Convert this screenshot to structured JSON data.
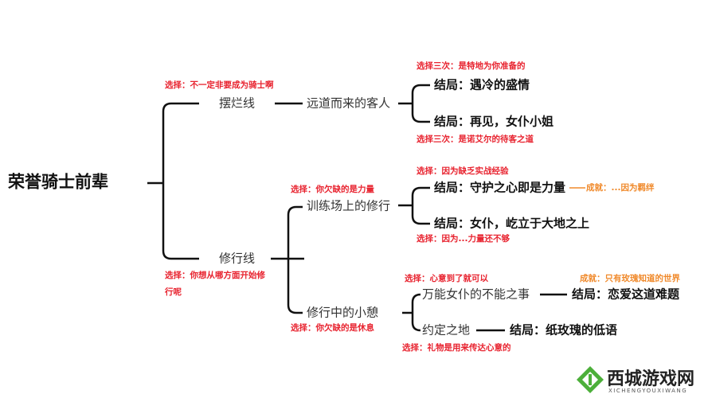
{
  "root": "荣誉骑士前辈",
  "branches": {
    "bailan": {
      "label": "摆烂线",
      "choice": "选择：不一定非要成为骑士啊",
      "child": "远道而来的客人",
      "endings": [
        {
          "choice": "选择三次：是特地为你准备的",
          "label": "结局：遇冷的盛情"
        },
        {
          "choice": "选择三次：是诺艾尔的待客之道",
          "label": "结局：再见，女仆小姐"
        }
      ]
    },
    "xiuxing": {
      "label": "修行线",
      "choice_line1": "选择：你想从哪方面开始修",
      "choice_line2": "行呢",
      "training": {
        "label": "训练场上的修行",
        "choice": "选择：你欠缺的是力量",
        "endings": [
          {
            "choice": "选择：因为缺乏实战经验",
            "label": "结局：守护之心即是力量",
            "achievement": "成就：...因为羁绊"
          },
          {
            "choice": "选择：因为...力量还不够",
            "label": "结局：女仆，屹立于大地之上"
          }
        ]
      },
      "rest": {
        "label": "修行中的小憩",
        "choice": "选择：你欠缺的是休息",
        "children": [
          {
            "choice": "选择：心意到了就可以",
            "label": "万能女仆的不能之事",
            "ending": "结局：恋爱这道难题",
            "achievement": "成就：只有玫瑰知道的世界"
          },
          {
            "choice": "选择：礼物是用来传达心意的",
            "label": "约定之地",
            "ending": "结局：纸玫瑰的低语"
          }
        ]
      }
    }
  },
  "colors": {
    "line": "#111111",
    "choice": "#e8232f",
    "achievement": "#f08a2c",
    "logo": "#4caf3a"
  },
  "watermark": {
    "name": "西城游戏网",
    "sub": "XICHENGYOUXIWANG"
  }
}
